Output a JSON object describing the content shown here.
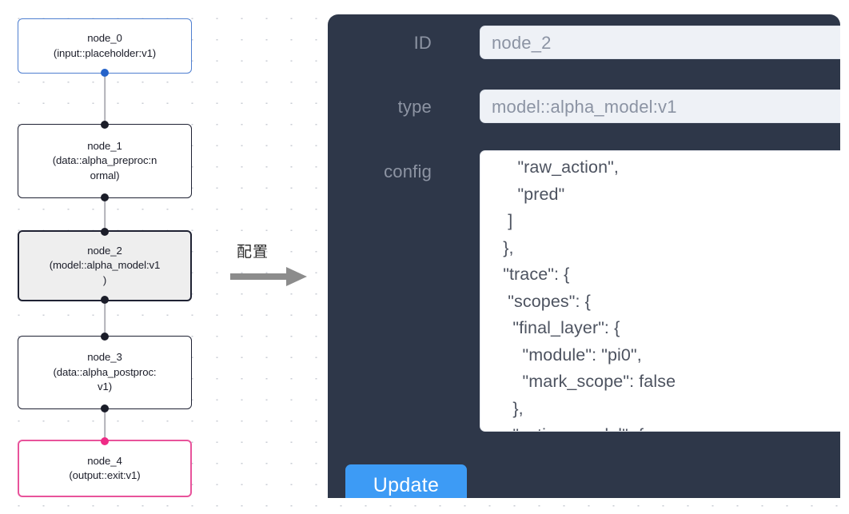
{
  "graph": {
    "nodes": [
      {
        "id": "node_0",
        "type_line": "(input::placeholder:v1)",
        "variant": "input"
      },
      {
        "id": "node_1",
        "type_line": "(data::alpha_preproc:n",
        "type_line2": "ormal)",
        "variant": "default"
      },
      {
        "id": "node_2",
        "type_line": "(model::alpha_model:v1",
        "type_line2": ")",
        "variant": "selected"
      },
      {
        "id": "node_3",
        "type_line": "(data::alpha_postproc:",
        "type_line2": "v1)",
        "variant": "default"
      },
      {
        "id": "node_4",
        "type_line": "(output::exit:v1)",
        "variant": "output"
      }
    ]
  },
  "arrow": {
    "label": "配置",
    "icon": "right-arrow-icon"
  },
  "panel": {
    "fields": {
      "id": {
        "label": "ID",
        "value": "node_2"
      },
      "type": {
        "label": "type",
        "value": "model::alpha_model:v1"
      },
      "config": {
        "label": "config",
        "value": "      \"raw_action\",\n      \"pred\"\n    ]\n   },\n   \"trace\": {\n    \"scopes\": {\n     \"final_layer\": {\n       \"module\": \"pi0\",\n       \"mark_scope\": false\n     },\n     \"action_model\": {"
      }
    },
    "update_button": {
      "label": "Update"
    }
  },
  "colors": {
    "panel_bg": "#2e3749",
    "accent_button": "#3d9bf5",
    "input_node_border": "#4f7fd0",
    "output_node_border": "#e8539b",
    "output_handle": "#ef2b86",
    "input_handle": "#2563c9",
    "selected_node_bg": "#eeeeee"
  }
}
